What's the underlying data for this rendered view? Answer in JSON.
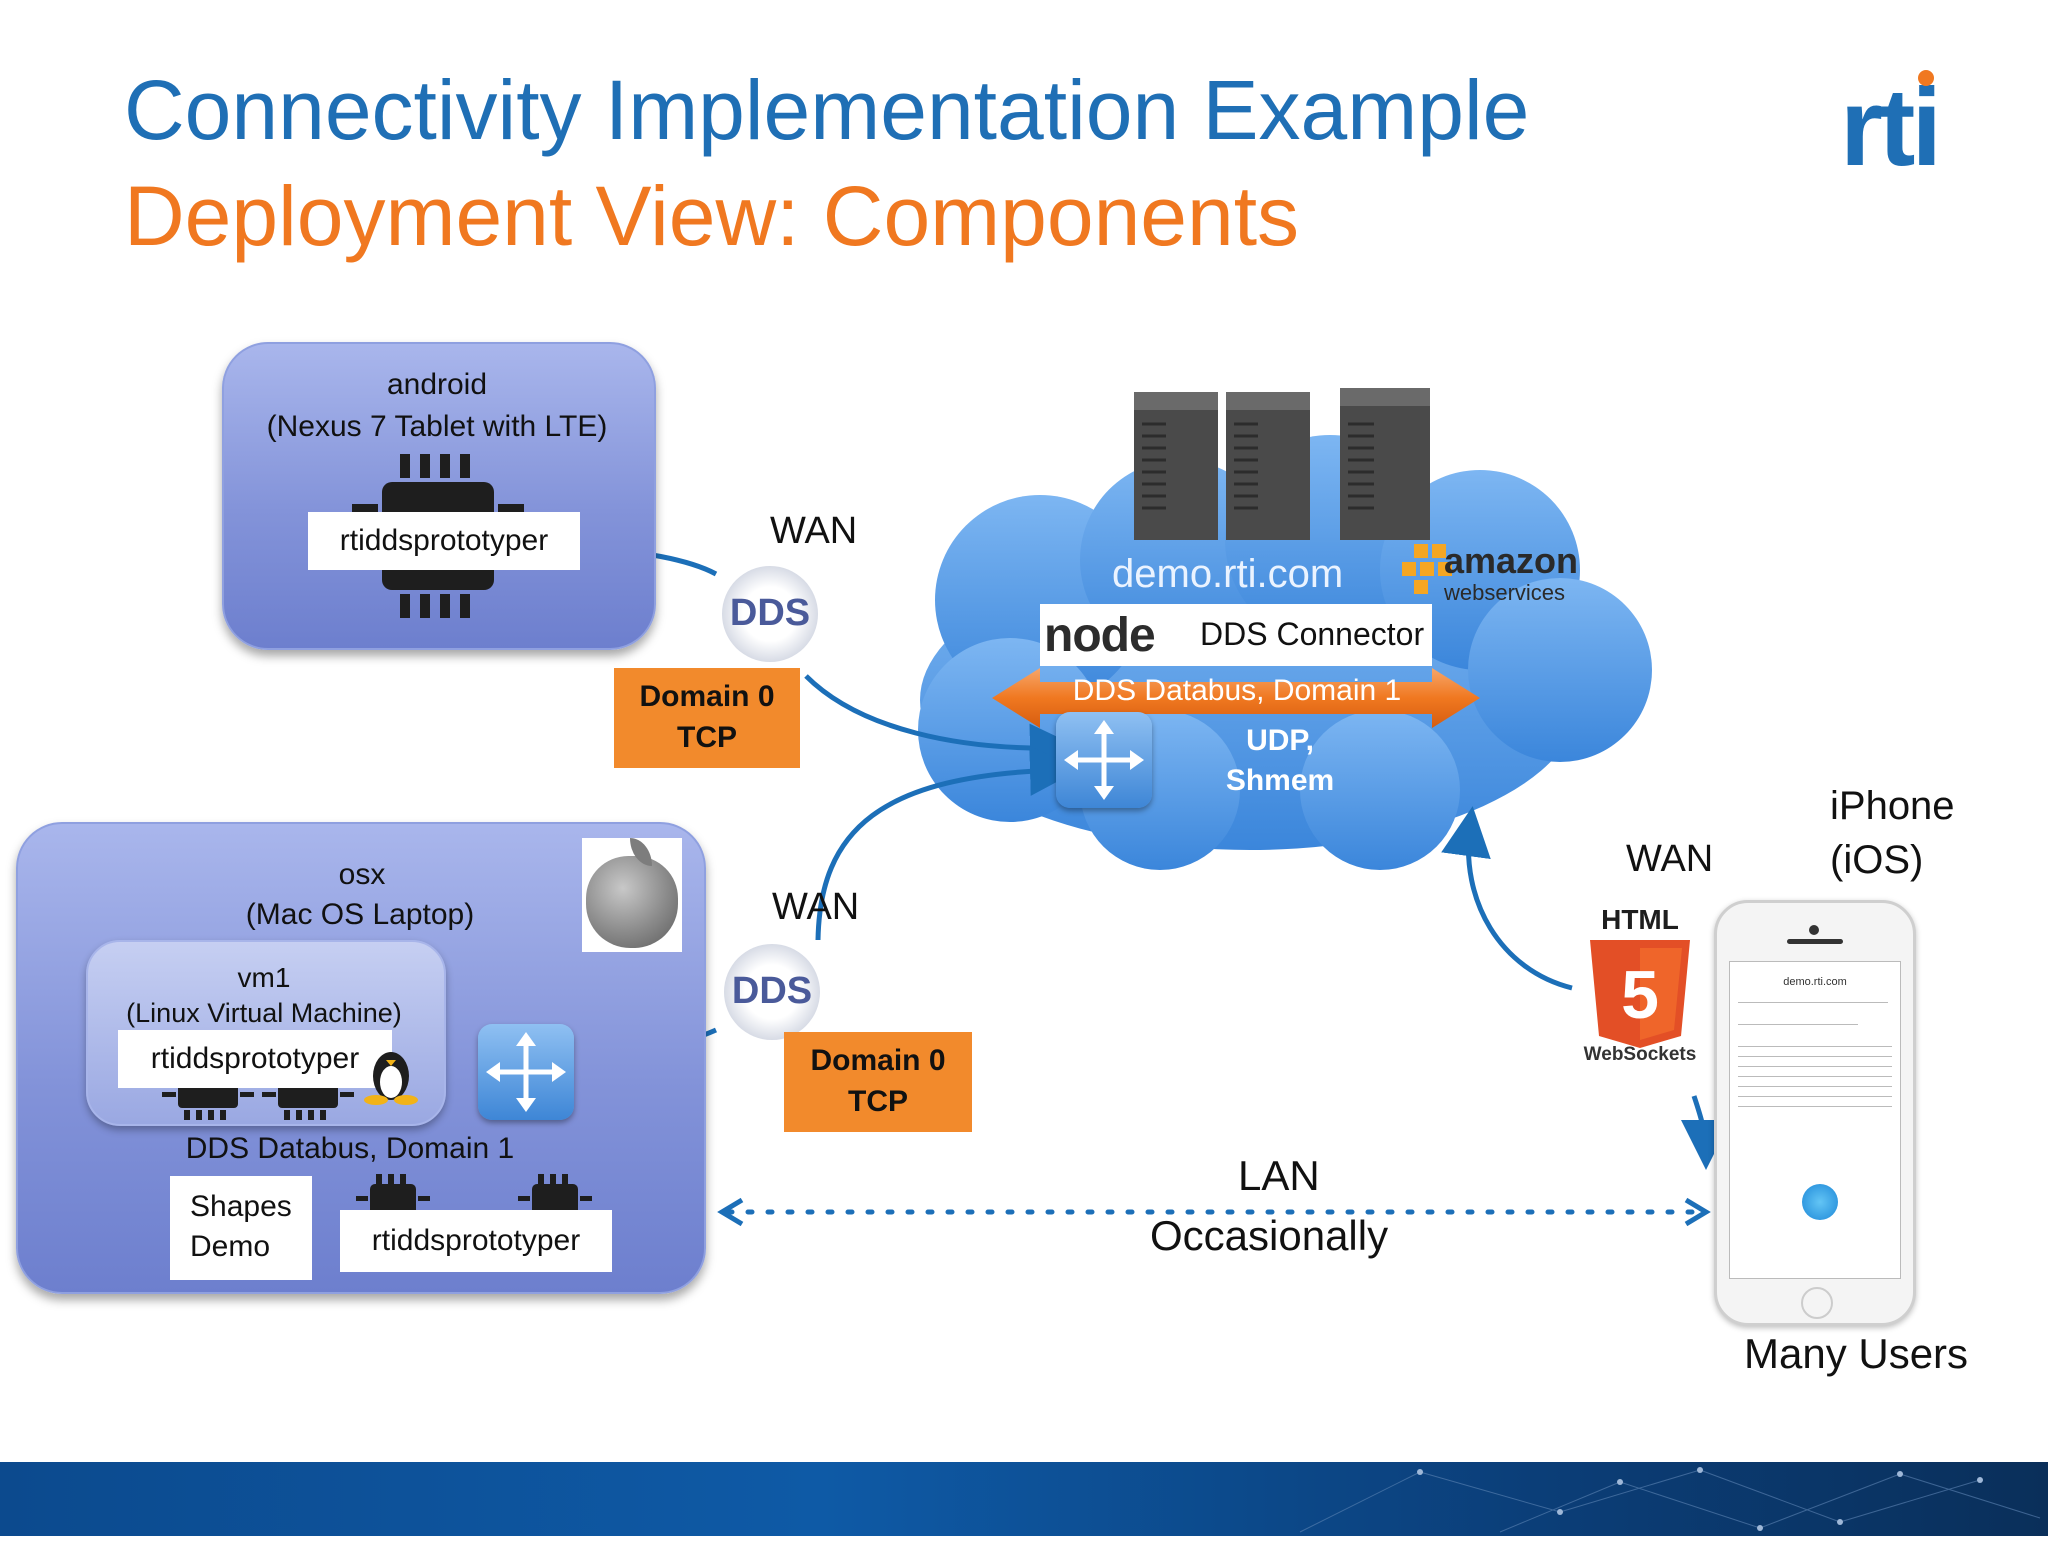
{
  "title": "Connectivity Implementation Example",
  "subtitle": "Deployment View: Components",
  "logo": "rti",
  "android": {
    "name": "android",
    "description": "(Nexus 7 Tablet with LTE)",
    "app": "rtiddsprototyper"
  },
  "wan_top": "WAN",
  "dds_badge": "DDS",
  "domain0_top": {
    "line1": "Domain 0",
    "line2": "TCP"
  },
  "cloud": {
    "host": "demo.rti.com",
    "vendor": "amazon",
    "vendor_sub": "webservices",
    "node_logo": "node",
    "connector": "DDS Connector",
    "databus": "DDS Databus, Domain 1",
    "transport_line1": "UDP,",
    "transport_line2": "Shmem"
  },
  "osx": {
    "name": "osx",
    "description": "(Mac OS Laptop)",
    "vm_name": "vm1",
    "vm_description": "(Linux Virtual Machine)",
    "vm_app": "rtiddsprototyper",
    "databus": "DDS Databus, Domain 1",
    "shapes_line1": "Shapes",
    "shapes_line2": "Demo",
    "app": "rtiddsprototyper"
  },
  "wan_mid": "WAN",
  "domain0_mid": {
    "line1": "Domain 0",
    "line2": "TCP"
  },
  "wan_right": "WAN",
  "iphone": {
    "line1": "iPhone",
    "line2": "(iOS)",
    "url": "demo.rti.com"
  },
  "html5": {
    "label": "HTML",
    "digit": "5",
    "caption": "WebSockets"
  },
  "lan": {
    "line1": "LAN",
    "line2": "Occasionally"
  },
  "many_users": "Many Users",
  "colors": {
    "blue": "#1f6fb5",
    "orange": "#f07820",
    "arrow": "#1c6fb8"
  }
}
